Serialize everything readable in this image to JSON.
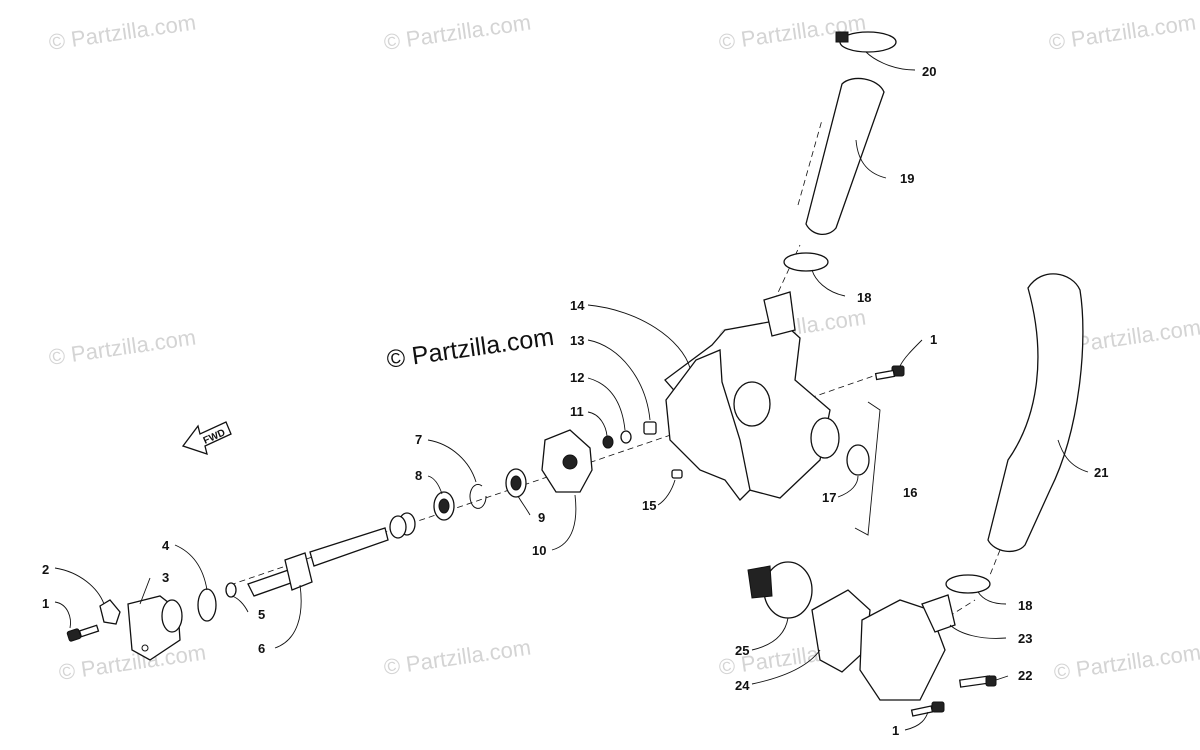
{
  "watermark": {
    "tile_text": "© Partzilla.com",
    "main_text": "© Partzilla.com"
  },
  "direction_arrow": {
    "label": "FWD"
  },
  "callouts": [
    {
      "id": "c1a",
      "label": "1"
    },
    {
      "id": "c1b",
      "label": "1"
    },
    {
      "id": "c1c",
      "label": "1"
    },
    {
      "id": "c2",
      "label": "2"
    },
    {
      "id": "c3",
      "label": "3"
    },
    {
      "id": "c4",
      "label": "4"
    },
    {
      "id": "c5",
      "label": "5"
    },
    {
      "id": "c6",
      "label": "6"
    },
    {
      "id": "c7",
      "label": "7"
    },
    {
      "id": "c8",
      "label": "8"
    },
    {
      "id": "c9",
      "label": "9"
    },
    {
      "id": "c10",
      "label": "10"
    },
    {
      "id": "c11",
      "label": "11"
    },
    {
      "id": "c12",
      "label": "12"
    },
    {
      "id": "c13",
      "label": "13"
    },
    {
      "id": "c14",
      "label": "14"
    },
    {
      "id": "c15",
      "label": "15"
    },
    {
      "id": "c16",
      "label": "16"
    },
    {
      "id": "c17",
      "label": "17"
    },
    {
      "id": "c18a",
      "label": "18"
    },
    {
      "id": "c18b",
      "label": "18"
    },
    {
      "id": "c19",
      "label": "19"
    },
    {
      "id": "c20",
      "label": "20"
    },
    {
      "id": "c21",
      "label": "21"
    },
    {
      "id": "c22",
      "label": "22"
    },
    {
      "id": "c23",
      "label": "23"
    },
    {
      "id": "c24",
      "label": "24"
    },
    {
      "id": "c25",
      "label": "25"
    }
  ]
}
